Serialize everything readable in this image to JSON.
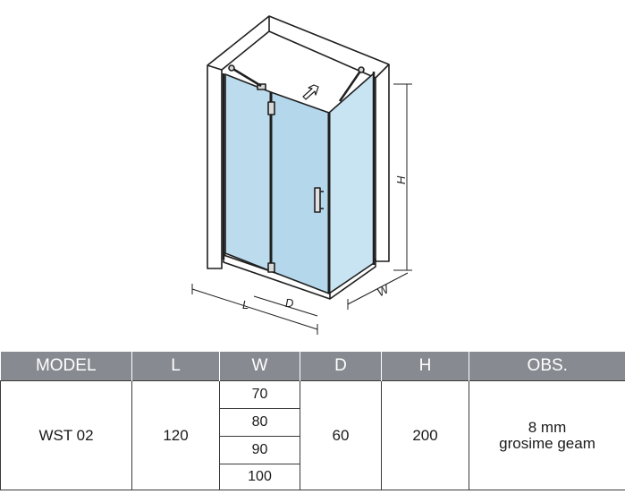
{
  "drawing": {
    "dimension_labels": {
      "length": "L",
      "depth": "D",
      "width": "W",
      "height": "H"
    },
    "colors": {
      "glass": "#bcdcee",
      "outline": "#1f1f1f",
      "wall": "#ffffff",
      "header_bg": "#878a91"
    }
  },
  "table": {
    "headers": [
      "MODEL",
      "L",
      "W",
      "D",
      "H",
      "OBS."
    ],
    "row": {
      "model": "WST 02",
      "length": "120",
      "widths": [
        "70",
        "80",
        "90",
        "100"
      ],
      "depth": "60",
      "height": "200",
      "obs_line1": "8 mm",
      "obs_line2": "grosime geam"
    }
  }
}
